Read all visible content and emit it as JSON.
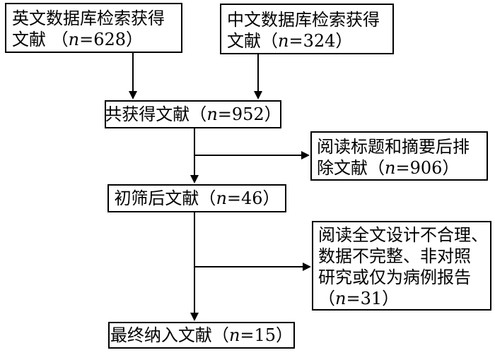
{
  "page": {
    "background_color": "#ffffff",
    "line_color": "#000000",
    "text_color": "#000000"
  },
  "flowchart": {
    "boxes": {
      "english_db": {
        "lines": [
          {
            "pre": "英文数据库检索获得"
          },
          {
            "pre": "文献 （",
            "n": "n",
            "post": "=628）"
          }
        ]
      },
      "chinese_db": {
        "lines": [
          {
            "pre": "中文数据库检索获得"
          },
          {
            "pre": "文献（",
            "n": "n",
            "post": "=324）"
          }
        ]
      },
      "total": {
        "lines": [
          {
            "pre": "共获得文献（",
            "n": "n",
            "post": "=952）"
          }
        ]
      },
      "excluded_title_abstract": {
        "lines": [
          {
            "pre": "阅读标题和摘要后排"
          },
          {
            "pre": "除文献（",
            "n": "n",
            "post": "=906）"
          }
        ]
      },
      "after_screening": {
        "lines": [
          {
            "pre": "初筛后文献（",
            "n": "n",
            "post": "=46）"
          }
        ]
      },
      "excluded_fulltext": {
        "lines": [
          {
            "pre": "阅读全文设计不合理、"
          },
          {
            "pre": "数据不完整、非对照"
          },
          {
            "pre": "研究或仅为病例报告"
          },
          {
            "pre": "（",
            "n": "n",
            "post": "=31）"
          }
        ]
      },
      "final_included": {
        "lines": [
          {
            "pre": "最终纳入文献（",
            "n": "n",
            "post": "=15）"
          }
        ]
      }
    },
    "counts": {
      "english_db": 628,
      "chinese_db": 324,
      "total": 952,
      "excluded_title_abstract": 906,
      "after_screening": 46,
      "excluded_fulltext": 31,
      "final_included": 15
    }
  }
}
